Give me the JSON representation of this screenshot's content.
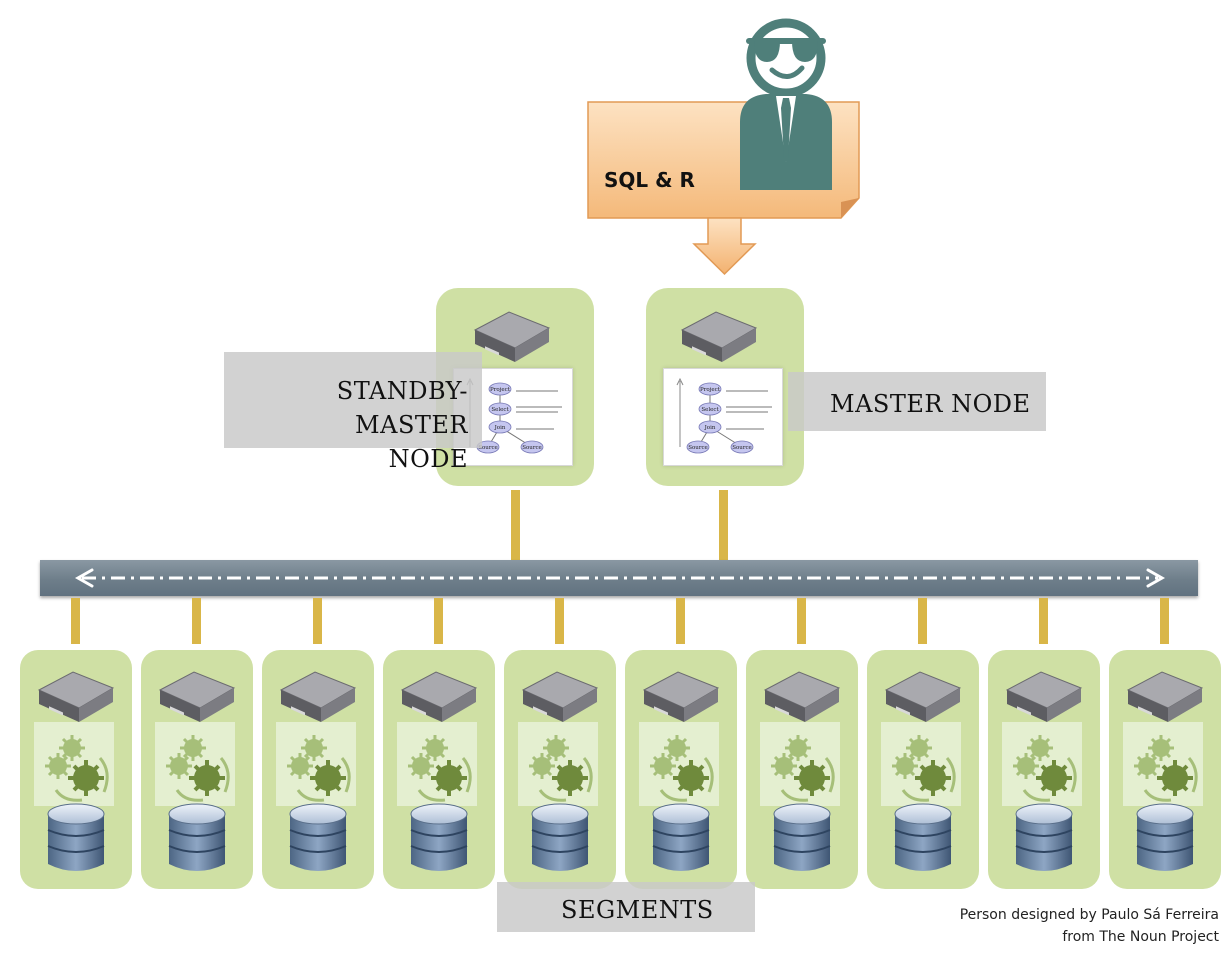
{
  "query_note": {
    "label": "SQL & R"
  },
  "person": {
    "icon": "person-icon"
  },
  "nodes": {
    "standby_master": {
      "label_line1": "STANDBY-MASTER",
      "label_line2": "NODE"
    },
    "master": {
      "label": "MASTER NODE"
    }
  },
  "query_plan": {
    "nodes": [
      "Project",
      "Select",
      "Join",
      "Source",
      "Source"
    ],
    "title": "Query Plan"
  },
  "segments": {
    "label": "SEGMENTS",
    "count": 10
  },
  "credit": {
    "line1": "Person designed by Paulo Sá Ferreira",
    "line2": "from The Noun Project"
  },
  "colors": {
    "node_box": "#cfe0a4",
    "connector": "#d9b648",
    "network_bar": "#6e7e8a",
    "note_fill": "#f7c98e",
    "person": "#4f7f7a"
  }
}
